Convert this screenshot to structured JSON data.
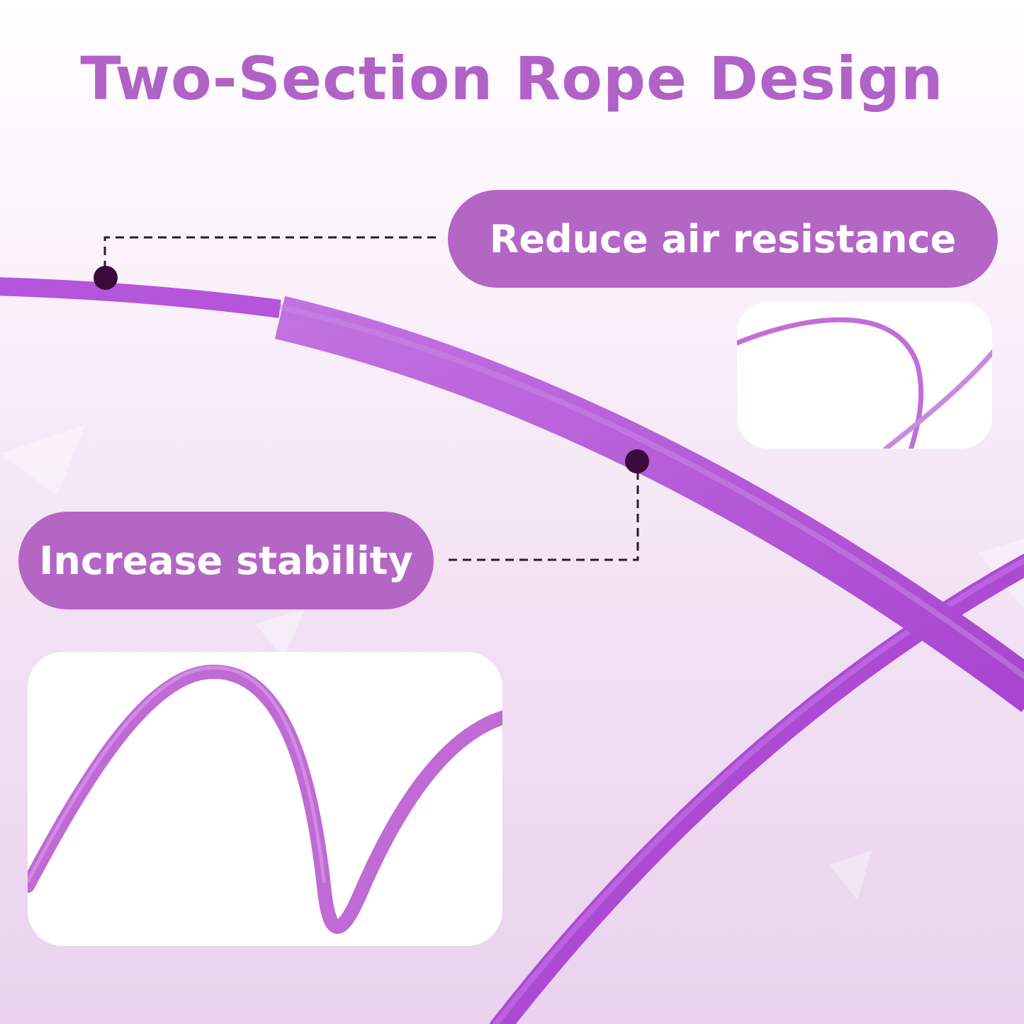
{
  "title": "Two-Section Rope Design",
  "callouts": {
    "air_resistance": "Reduce air resistance",
    "stability": "Increase stability"
  },
  "colors": {
    "title": "#b162c6",
    "pill": "#b366c4",
    "rope": "#b24ed8",
    "marker": "#3a0a3a"
  }
}
